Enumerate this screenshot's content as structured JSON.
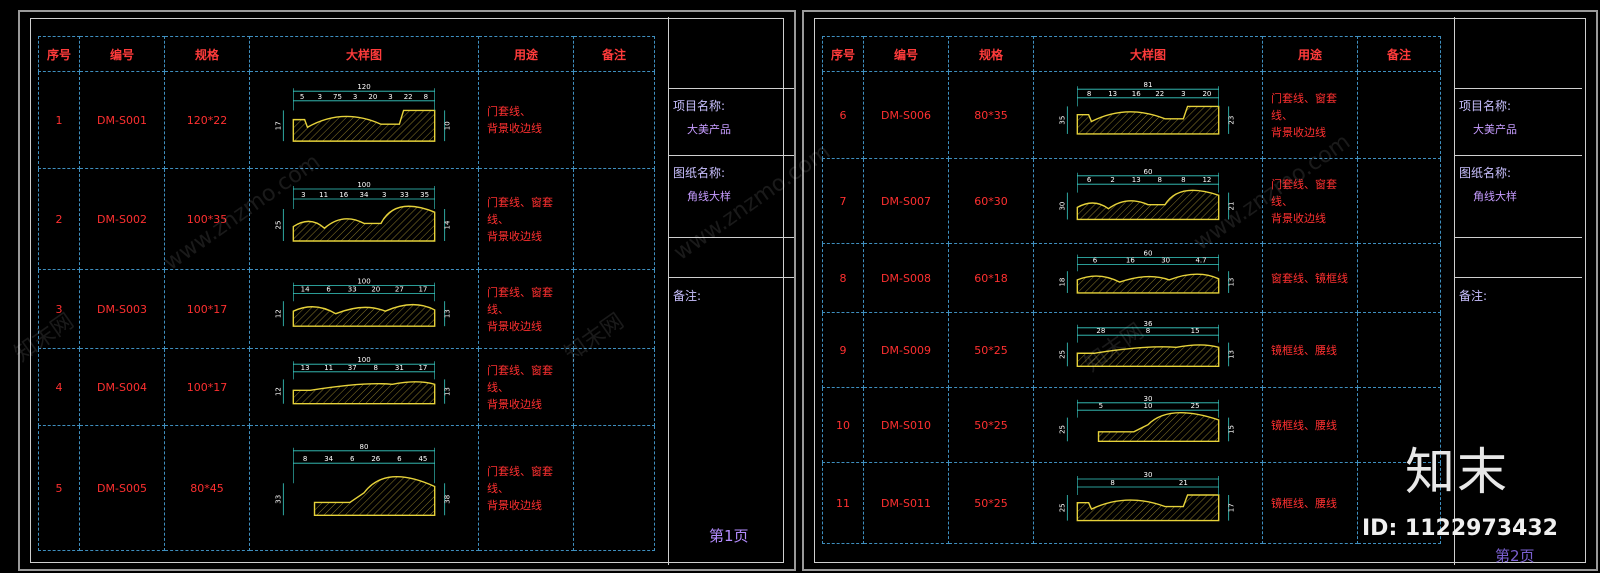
{
  "headers": [
    "序号",
    "编号",
    "规格",
    "大样图",
    "用途",
    "备注"
  ],
  "title_block": {
    "project_label": "项目名称:",
    "project_value": "大美产品",
    "drawing_label": "图纸名称:",
    "drawing_value_1": "角线大样",
    "drawing_value_2": "角线大样",
    "remark_label": "备注:"
  },
  "page1": {
    "page_label": "第1页",
    "rows": [
      {
        "no": "1",
        "code": "DM-S001",
        "spec": "120*22",
        "use": [
          "门套线、",
          "背景收边线"
        ],
        "dims": [
          "120",
          "5",
          "3",
          "75",
          "3",
          "20",
          "3",
          "22",
          "8",
          "17",
          "10"
        ]
      },
      {
        "no": "2",
        "code": "DM-S002",
        "spec": "100*35",
        "use": [
          "门套线、窗套线、",
          "背景收边线"
        ],
        "dims": [
          "100",
          "3",
          "11",
          "16",
          "34",
          "3",
          "33",
          "35",
          "25",
          "14"
        ]
      },
      {
        "no": "3",
        "code": "DM-S003",
        "spec": "100*17",
        "use": [
          "门套线、窗套线、",
          "背景收边线"
        ],
        "dims": [
          "100",
          "14",
          "6",
          "33",
          "20",
          "27",
          "17",
          "12",
          "13"
        ]
      },
      {
        "no": "4",
        "code": "DM-S004",
        "spec": "100*17",
        "use": [
          "门套线、窗套线、",
          "背景收边线"
        ],
        "dims": [
          "100",
          "13",
          "11",
          "37",
          "8",
          "31",
          "17",
          "12",
          "13"
        ]
      },
      {
        "no": "5",
        "code": "DM-S005",
        "spec": "80*45",
        "use": [
          "门套线、窗套线、",
          "背景收边线"
        ],
        "dims": [
          "80",
          "8",
          "34",
          "6",
          "26",
          "6",
          "45",
          "33",
          "38"
        ]
      }
    ]
  },
  "page2": {
    "page_label": "第2页",
    "rows": [
      {
        "no": "6",
        "code": "DM-S006",
        "spec": "80*35",
        "use": [
          "门套线、窗套线、",
          "背景收边线"
        ],
        "dims": [
          "81",
          "8",
          "13",
          "16",
          "22",
          "3",
          "20",
          "35",
          "23"
        ]
      },
      {
        "no": "7",
        "code": "DM-S007",
        "spec": "60*30",
        "use": [
          "门套线、窗套线、",
          "背景收边线"
        ],
        "dims": [
          "60",
          "6",
          "2",
          "13",
          "8",
          "8",
          "12",
          "30",
          "21"
        ]
      },
      {
        "no": "8",
        "code": "DM-S008",
        "spec": "60*18",
        "use": [
          "窗套线、镜框线"
        ],
        "dims": [
          "60",
          "6",
          "16",
          "30",
          "4.7",
          "18",
          "13"
        ]
      },
      {
        "no": "9",
        "code": "DM-S009",
        "spec": "50*25",
        "use": [
          "镜框线、腰线"
        ],
        "dims": [
          "36",
          "28",
          "8",
          "15",
          "25",
          "13"
        ]
      },
      {
        "no": "10",
        "code": "DM-S010",
        "spec": "50*25",
        "use": [
          "镜框线、腰线"
        ],
        "dims": [
          "30",
          "5",
          "10",
          "25",
          "25",
          "15"
        ]
      },
      {
        "no": "11",
        "code": "DM-S011",
        "spec": "50*25",
        "use": [
          "镜框线、腰线"
        ],
        "dims": [
          "30",
          "8",
          "21",
          "25",
          "17"
        ]
      }
    ]
  },
  "watermarks": [
    "www.znzmo.com",
    "知末网",
    "www.znzmo.com",
    "知末网",
    "www.znzmo.com",
    "知末网"
  ],
  "brand": {
    "logo": "知末",
    "id_text": "ID: 1122973432"
  },
  "colors": {
    "header": "#ff3b3b",
    "text": "#ff3030",
    "grid": "#3f8fbf",
    "profile": "#e6d23a",
    "dim": "#39d0c8",
    "title": "#c69cff"
  }
}
